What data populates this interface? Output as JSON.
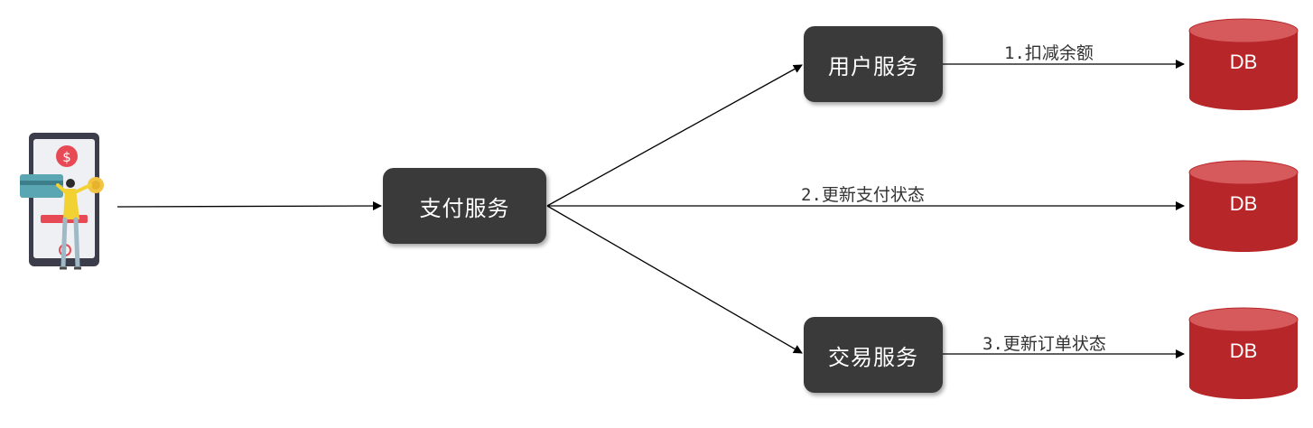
{
  "services": {
    "pay": "支付服务",
    "user": "用户服务",
    "trade": "交易服务"
  },
  "edges": {
    "step1": "1.扣减余额",
    "step2": "2.更新支付状态",
    "step3": "3.更新订单状态"
  },
  "databases": {
    "db1": "DB",
    "db2": "DB",
    "db3": "DB"
  },
  "client": {
    "icon": "mobile-payment-client-icon",
    "currency_symbol": "$"
  },
  "colors": {
    "service_box": "#3a3a3a",
    "db_body": "#b7272a",
    "db_top": "#d14a4c",
    "arrow": "#000000"
  }
}
